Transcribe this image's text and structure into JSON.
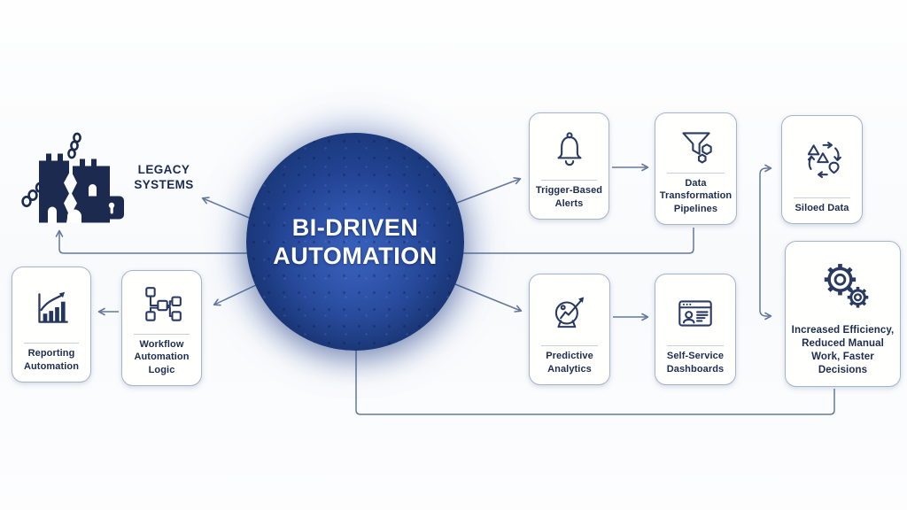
{
  "title": "BI-Driven Automation diagram",
  "center_node": {
    "line1": "BI-DRIVEN",
    "line2": "AUTOMATION"
  },
  "legacy_node": {
    "line1": "LEGACY",
    "line2": "SYSTEMS",
    "icon": "broken-castle-lock-icon"
  },
  "nodes": [
    {
      "label": "Trigger-Based Alerts",
      "icon": "bell-icon"
    },
    {
      "label": "Data Transformation Pipelines",
      "icon": "funnel-data-icon"
    },
    {
      "label": "Siloed Data",
      "icon": "data-cycle-icon"
    },
    {
      "label": "Predictive Analytics",
      "icon": "crystal-ball-trend-icon"
    },
    {
      "label": "Self-Service Dashboards",
      "icon": "dashboard-user-icon"
    },
    {
      "label": "Increased Efficiency, Reduced Manual Work, Faster Decisions",
      "icon": "gears-icon"
    },
    {
      "label": "Reporting Automation",
      "icon": "bar-chart-growth-icon"
    },
    {
      "label": "Workflow Automation Logic",
      "icon": "workflow-nodes-icon"
    }
  ],
  "connections": [
    {
      "from": "bi-driven-automation",
      "to": "legacy-systems"
    },
    {
      "from": "bi-driven-automation",
      "to": "trigger-based-alerts"
    },
    {
      "from": "trigger-based-alerts",
      "to": "data-transformation-pipelines"
    },
    {
      "from": "data-transformation-pipelines",
      "to": "siloed-data"
    },
    {
      "from": "data-transformation-pipelines",
      "to": "increased-efficiency"
    },
    {
      "from": "bi-driven-automation",
      "to": "predictive-analytics"
    },
    {
      "from": "predictive-analytics",
      "to": "self-service-dashboards"
    },
    {
      "from": "bi-driven-automation",
      "to": "workflow-automation-logic"
    },
    {
      "from": "workflow-automation-logic",
      "to": "reporting-automation"
    },
    {
      "from": "bi-driven-automation",
      "to": "increased-efficiency"
    }
  ],
  "colors": {
    "navy_text": "#1d2c50",
    "circle_blue": "#21418f",
    "connector": "#64799c",
    "card_border": "#a6b4c9",
    "background": "#ffffff"
  }
}
